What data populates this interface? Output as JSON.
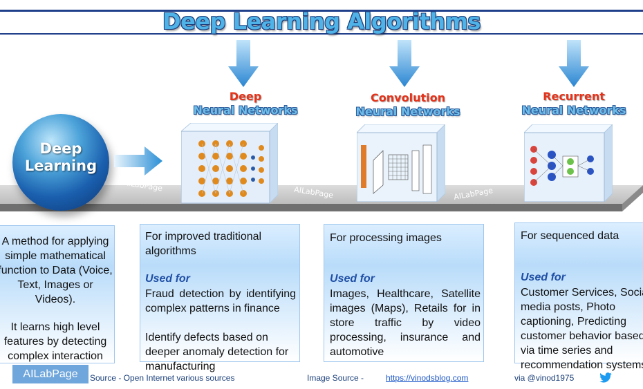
{
  "title": "Deep Learning Algorithms",
  "hub": {
    "label_line1": "Deep",
    "label_line2": "Learning"
  },
  "watermarks": [
    "AILabPage",
    "AILabPage",
    "AILabPage"
  ],
  "columns": [
    {
      "title_top": "Deep",
      "title_bottom": "Neural Networks",
      "summary": "For improved traditional algorithms",
      "used_for_label": "Used for",
      "uses": [
        "Fraud detection by identifying complex patterns in finance",
        "Identify defects based on deeper anomaly detection for manufacturing"
      ]
    },
    {
      "title_top": "Convolution",
      "title_bottom": "Neural Networks",
      "summary": "For processing images",
      "used_for_label": "Used for",
      "uses": [
        "Images, Healthcare, Satellite images (Maps), Retails  for in store traffic by video processing, insurance  and automotive"
      ]
    },
    {
      "title_top": "Recurrent",
      "title_bottom": "Neural Networks",
      "summary": "For sequenced data",
      "used_for_label": "Used for",
      "uses": [
        "Customer Services, Social media posts, Photo captioning, Predicting customer behavior based via time series and recommendation systems"
      ]
    }
  ],
  "left_box": {
    "para1": "A method for applying simple mathematical function to Data (Voice, Text, Images or Videos).",
    "para2": "It learns high level features by detecting complex interaction"
  },
  "footer": {
    "badge": "AILabPage",
    "source": "Source -  Open Internet  various sources",
    "image_source_label": "Image Source -",
    "image_source_link": "https://vinodsblog.com",
    "via": "via   @vinod1975"
  },
  "colors": {
    "title_fill": "#4fb3e8",
    "title_outline": "#1c3d7a",
    "accent_red": "#e63219",
    "used_for_blue": "#1f4fa5",
    "platform_gray": "#8a8a8a",
    "box_blue": "#b9dcfa"
  }
}
